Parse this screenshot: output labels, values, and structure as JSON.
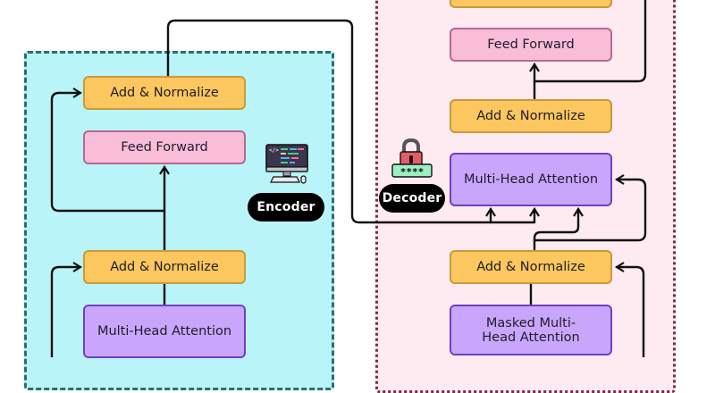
{
  "encoder": {
    "label": "Encoder",
    "blocks": {
      "add_norm_top": "Add & Normalize",
      "feed_forward": "Feed Forward",
      "add_norm_bottom": "Add & Normalize",
      "multi_head_attention": "Multi-Head Attention"
    },
    "icon": "computer-icon"
  },
  "decoder": {
    "label": "Decoder",
    "blocks": {
      "add_norm_top": "",
      "feed_forward": "Feed Forward",
      "add_norm_mid": "Add & Normalize",
      "multi_head_attention": "Multi-Head Attention",
      "add_norm_bottom": "Add & Normalize",
      "masked_multi_head_attention": "Masked Multi-Head Attention"
    },
    "icon": "lock-password-icon",
    "password_mask": "****"
  },
  "colors": {
    "encoder_bg": "#b9f5f8",
    "decoder_bg": "#fdebf1",
    "add_normalize": "#fcc75f",
    "feed_forward": "#f9bdd8",
    "attention": "#c9a6fb"
  }
}
